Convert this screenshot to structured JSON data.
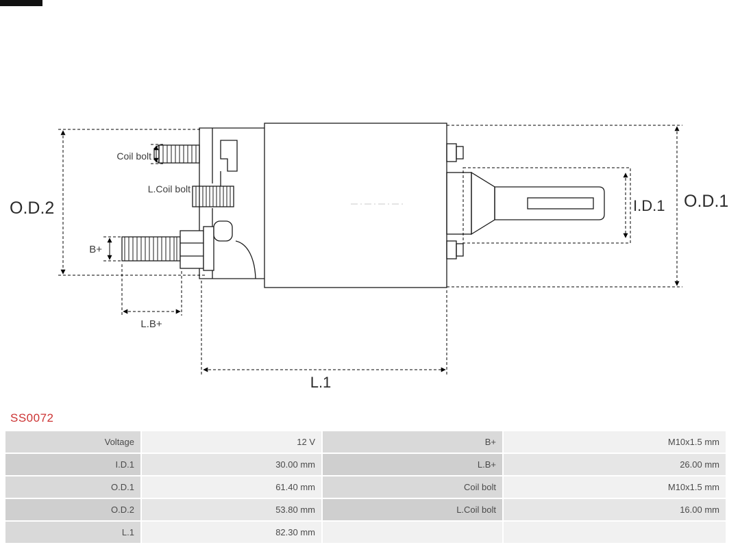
{
  "part_number": "SS0072",
  "colors": {
    "part_number_accent": "#cc3333",
    "table_label_bg": "#d9d9d9",
    "table_value_bg": "#f1f1f1",
    "drawing_line": "#1a1a1a"
  },
  "diagram": {
    "labels": {
      "od2": "O.D.2",
      "od1": "O.D.1",
      "id1": "I.D.1",
      "coil_bolt": "Coil bolt",
      "l_coil_bolt": "L.Coil bolt",
      "b_plus": "B+",
      "l_b_plus": "L.B+",
      "l1": "L.1"
    }
  },
  "table": {
    "rows": [
      {
        "label1": "Voltage",
        "value1": "12 V",
        "label2": "B+",
        "value2": "M10x1.5 mm"
      },
      {
        "label1": "I.D.1",
        "value1": "30.00 mm",
        "label2": "L.B+",
        "value2": "26.00 mm"
      },
      {
        "label1": "O.D.1",
        "value1": "61.40 mm",
        "label2": "Coil bolt",
        "value2": "M10x1.5 mm"
      },
      {
        "label1": "O.D.2",
        "value1": "53.80 mm",
        "label2": "L.Coil bolt",
        "value2": "16.00 mm"
      },
      {
        "label1": "L.1",
        "value1": "82.30 mm",
        "label2": "",
        "value2": ""
      }
    ]
  }
}
